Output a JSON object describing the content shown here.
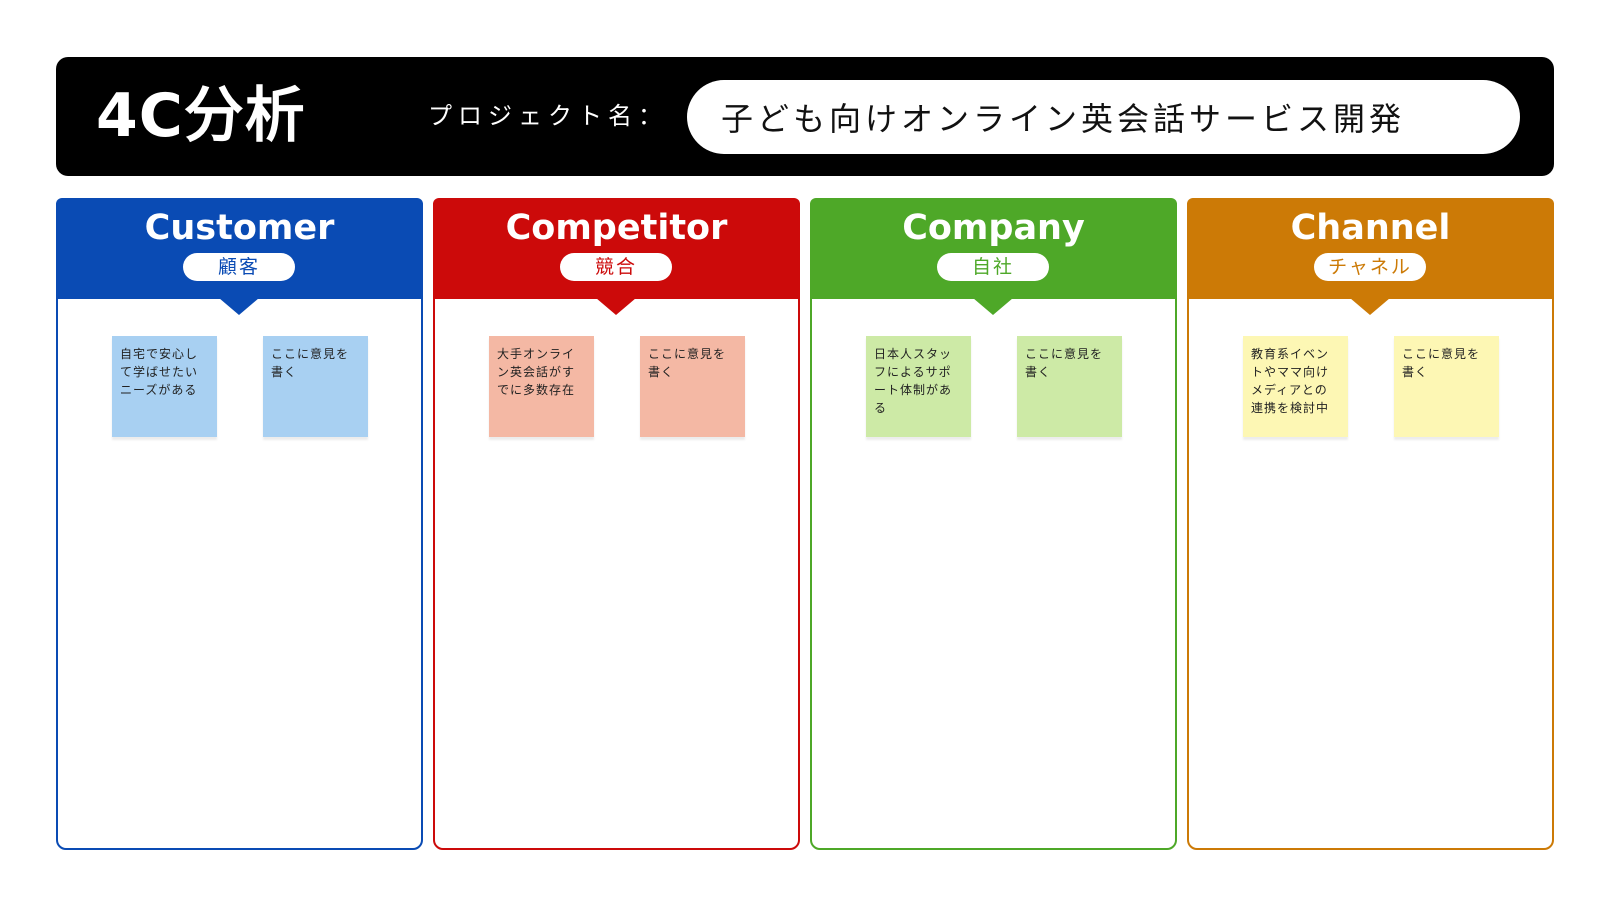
{
  "header": {
    "title": "4C分析",
    "project_label": "プロジェクト名：",
    "project_name": "子ども向けオンライン英会話サービス開発"
  },
  "boards": [
    {
      "title": "Customer",
      "subtitle": "顧客",
      "color": "#0a4bb4",
      "note_color": "#a8d0f2",
      "notes": [
        "自宅で安心して学ばせたいニーズがある",
        "ここに意見を書く"
      ]
    },
    {
      "title": "Competitor",
      "subtitle": "競合",
      "color": "#cc0a0a",
      "note_color": "#f4b8a4",
      "notes": [
        "大手オンライン英会話がすでに多数存在",
        "ここに意見を書く"
      ]
    },
    {
      "title": "Company",
      "subtitle": "自社",
      "color": "#4ea828",
      "note_color": "#cdeaa6",
      "notes": [
        "日本人スタッフによるサポート体制がある",
        "ここに意見を書く"
      ]
    },
    {
      "title": "Channel",
      "subtitle": "チャネル",
      "color": "#cc7a06",
      "note_color": "#fdf7b4",
      "notes": [
        "教育系イベントやママ向けメディアとの連携を検討中",
        "ここに意見を書く"
      ]
    }
  ]
}
